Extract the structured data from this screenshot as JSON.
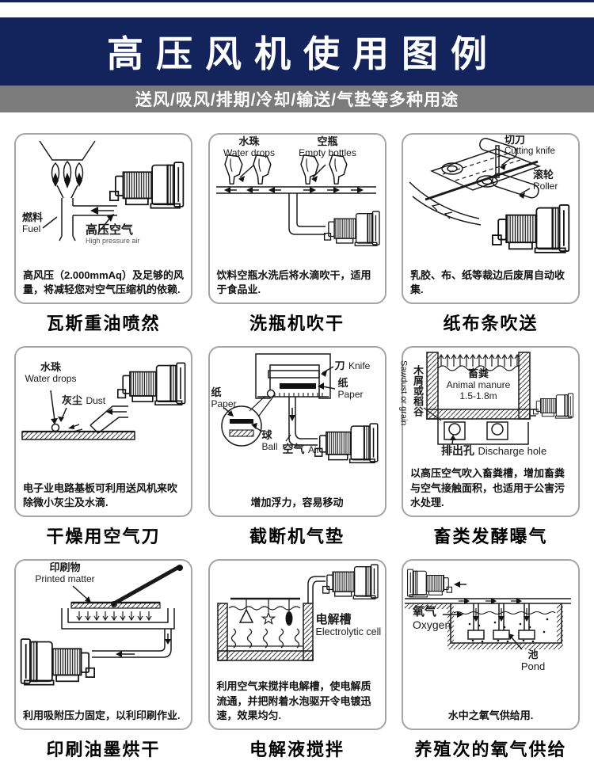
{
  "header": {
    "title": "高压风机使用图例",
    "subtitle": "送风/吸风/排期/冷却/输送/气垫等多种用途"
  },
  "colors": {
    "banner": "#13235b",
    "subbar": "#7b7b7b"
  },
  "panels": [
    {
      "title": "瓦斯重油喷然",
      "desc": "高风压（2.000mmAq）及足够的风量，将减轻您对空气压缩机的依赖.",
      "labels": {
        "fuel_cn": "燃料",
        "fuel_en": "Fuel",
        "air_cn": "高压空气",
        "air_en": "High pressure air"
      }
    },
    {
      "title": "洗瓶机吹干",
      "desc": "饮料空瓶水洗后将水滴吹干，适用于食品业.",
      "labels": {
        "drops_cn": "水珠",
        "drops_en": "Water drops",
        "bottles_cn": "空瓶",
        "bottles_en": "Empty bottles"
      }
    },
    {
      "title": "纸布条吹送",
      "desc": "乳胶、布、纸等裁边后废屑自动收集.",
      "labels": {
        "knife_cn": "切刀",
        "knife_en": "Cutting knife",
        "roller_cn": "滚轮",
        "roller_en": "Roller"
      }
    },
    {
      "title": "干燥用空气刀",
      "desc": "电子业电路基板可利用送风机来吹除微小灰尘及水滴.",
      "labels": {
        "drops_cn": "水珠",
        "drops_en": "Water drops",
        "dust_cn": "灰尘",
        "dust_en": "Dust"
      }
    },
    {
      "title": "截断机气垫",
      "desc": "增加浮力，容易移动",
      "labels": {
        "knife_cn": "刀",
        "knife_en": "Knife",
        "paper_r_cn": "纸",
        "paper_r_en": "Paper",
        "paper_l_cn": "纸",
        "paper_l_en": "Paper",
        "ball_cn": "球",
        "ball_en": "Ball",
        "air_cn": "空气",
        "air_en": "Air"
      }
    },
    {
      "title": "畜类发酵曝气",
      "desc": "以高压空气吹入畜粪槽，增加畜粪与空气接触面积，也适用于公害污水处理.",
      "labels": {
        "manure_cn": "畜粪",
        "manure_en": "Animal manure",
        "depth": "1.5-1.8m",
        "sawdust_cn": "木屑或稻谷",
        "sawdust_en": "Sawdust or grain",
        "discharge_cn": "排出孔",
        "discharge_en": "Discharge hole"
      }
    },
    {
      "title": "印刷油墨烘干",
      "desc": "利用吸附压力固定，以利印刷作业.",
      "labels": {
        "printed_cn": "印刷物",
        "printed_en": "Printed matter"
      }
    },
    {
      "title": "电解液搅拌",
      "desc": "利用空气来搅拌电解槽，使电解质流通，并把附着水泡驱开令电镀迅速，效果均匀.",
      "labels": {
        "cell_cn": "电解槽",
        "cell_en": "Electrolytic cell"
      }
    },
    {
      "title": "养殖次的氧气供给",
      "desc": "水中之氧气供给用.",
      "labels": {
        "oxygen_cn": "氧气",
        "oxygen_en": "Oxygen",
        "pond_cn": "池",
        "pond_en": "Pond"
      }
    }
  ]
}
